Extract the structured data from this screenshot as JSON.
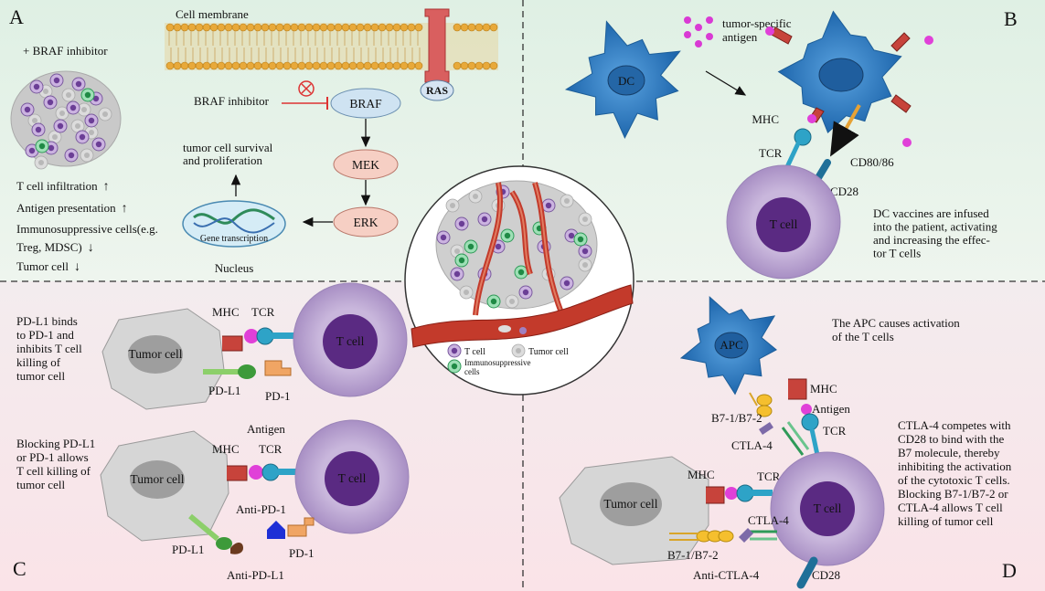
{
  "panels": {
    "a": "A",
    "b": "B",
    "c": "C",
    "d": "D"
  },
  "colors": {
    "bg_top": "#e3f1e9",
    "bg_bottom": "#f8e6e9",
    "dc_blue": "#2f7fc4",
    "tcell_purple": "#b9a4cf",
    "tumor_gray": "#d6d6d6",
    "vessel_red": "#c33a2b",
    "antigen_magenta": "#e040d8"
  },
  "panel_a": {
    "inhibitor_label": "+ BRAF inhibitor",
    "membrane": "Cell membrane",
    "ras": "RAS",
    "braf_inhibitor": "BRAF inhibitor",
    "braf": "BRAF",
    "mek": "MEK",
    "erk": "ERK",
    "survival_1": "tumor cell survival",
    "survival_2": "and proliferation",
    "gene_transcription": "Gene transcription",
    "nucleus": "Nucleus",
    "effects": [
      {
        "text": "T cell infiltration",
        "dir": "↑"
      },
      {
        "text": "Antigen presentation",
        "dir": "↑"
      },
      {
        "text": "Immunosuppressive cells(e.g.",
        "dir": ""
      },
      {
        "text": "Treg, MDSC)",
        "dir": "↓"
      },
      {
        "text": "Tumor cell",
        "dir": "↓"
      }
    ]
  },
  "panel_b": {
    "dc": "DC",
    "antigen_1": "tumor-specific",
    "antigen_2": "antigen",
    "mhc": "MHC",
    "tcr": "TCR",
    "cd80": "CD80/86",
    "cd28": "CD28",
    "tcell": "T cell",
    "desc": [
      "DC vaccines are infused",
      "into the patient, activating",
      "and increasing the  effec-",
      "tor T cells"
    ]
  },
  "center": {
    "legend_tcell": "T cell",
    "legend_tumor": "Tumor cell",
    "legend_immuno_1": "Immunosuppressive",
    "legend_immuno_2": "cells"
  },
  "panel_c": {
    "desc1": [
      "PD-L1 binds",
      "to PD-1 and",
      "inhibits T cell",
      "killing of",
      "tumor cell"
    ],
    "desc2": [
      "Blocking PD-L1",
      "or PD-1 allows",
      "T cell killing of",
      "tumor cell"
    ],
    "tumor": "Tumor cell",
    "tcell": "T cell",
    "mhc": "MHC",
    "tcr": "TCR",
    "pdl1": "PD-L1",
    "pd1": "PD-1",
    "antigen": "Antigen",
    "anti_pd1": "Anti-PD-1",
    "anti_pdl1": "Anti-PD-L1"
  },
  "panel_d": {
    "apc": "APC",
    "apc_desc_1": "The APC causes activation",
    "apc_desc_2": "of the T cells",
    "mhc": "MHC",
    "antigen": "Antigen",
    "tcr": "TCR",
    "b7": "B7-1/B7-2",
    "ctla4": "CTLA-4",
    "tumor": "Tumor cell",
    "tcell": "T cell",
    "anti_ctla4": "Anti-CTLA-4",
    "cd28": "CD28",
    "desc": [
      "CTLA-4 competes with",
      "CD28 to bind with the",
      "B7 molecule, thereby",
      "inhibiting the activation",
      "of the cytotoxic T cells.",
      "Blocking B7-1/B7-2 or",
      "CTLA-4 allows T cell",
      "killing of tumor cell"
    ]
  }
}
